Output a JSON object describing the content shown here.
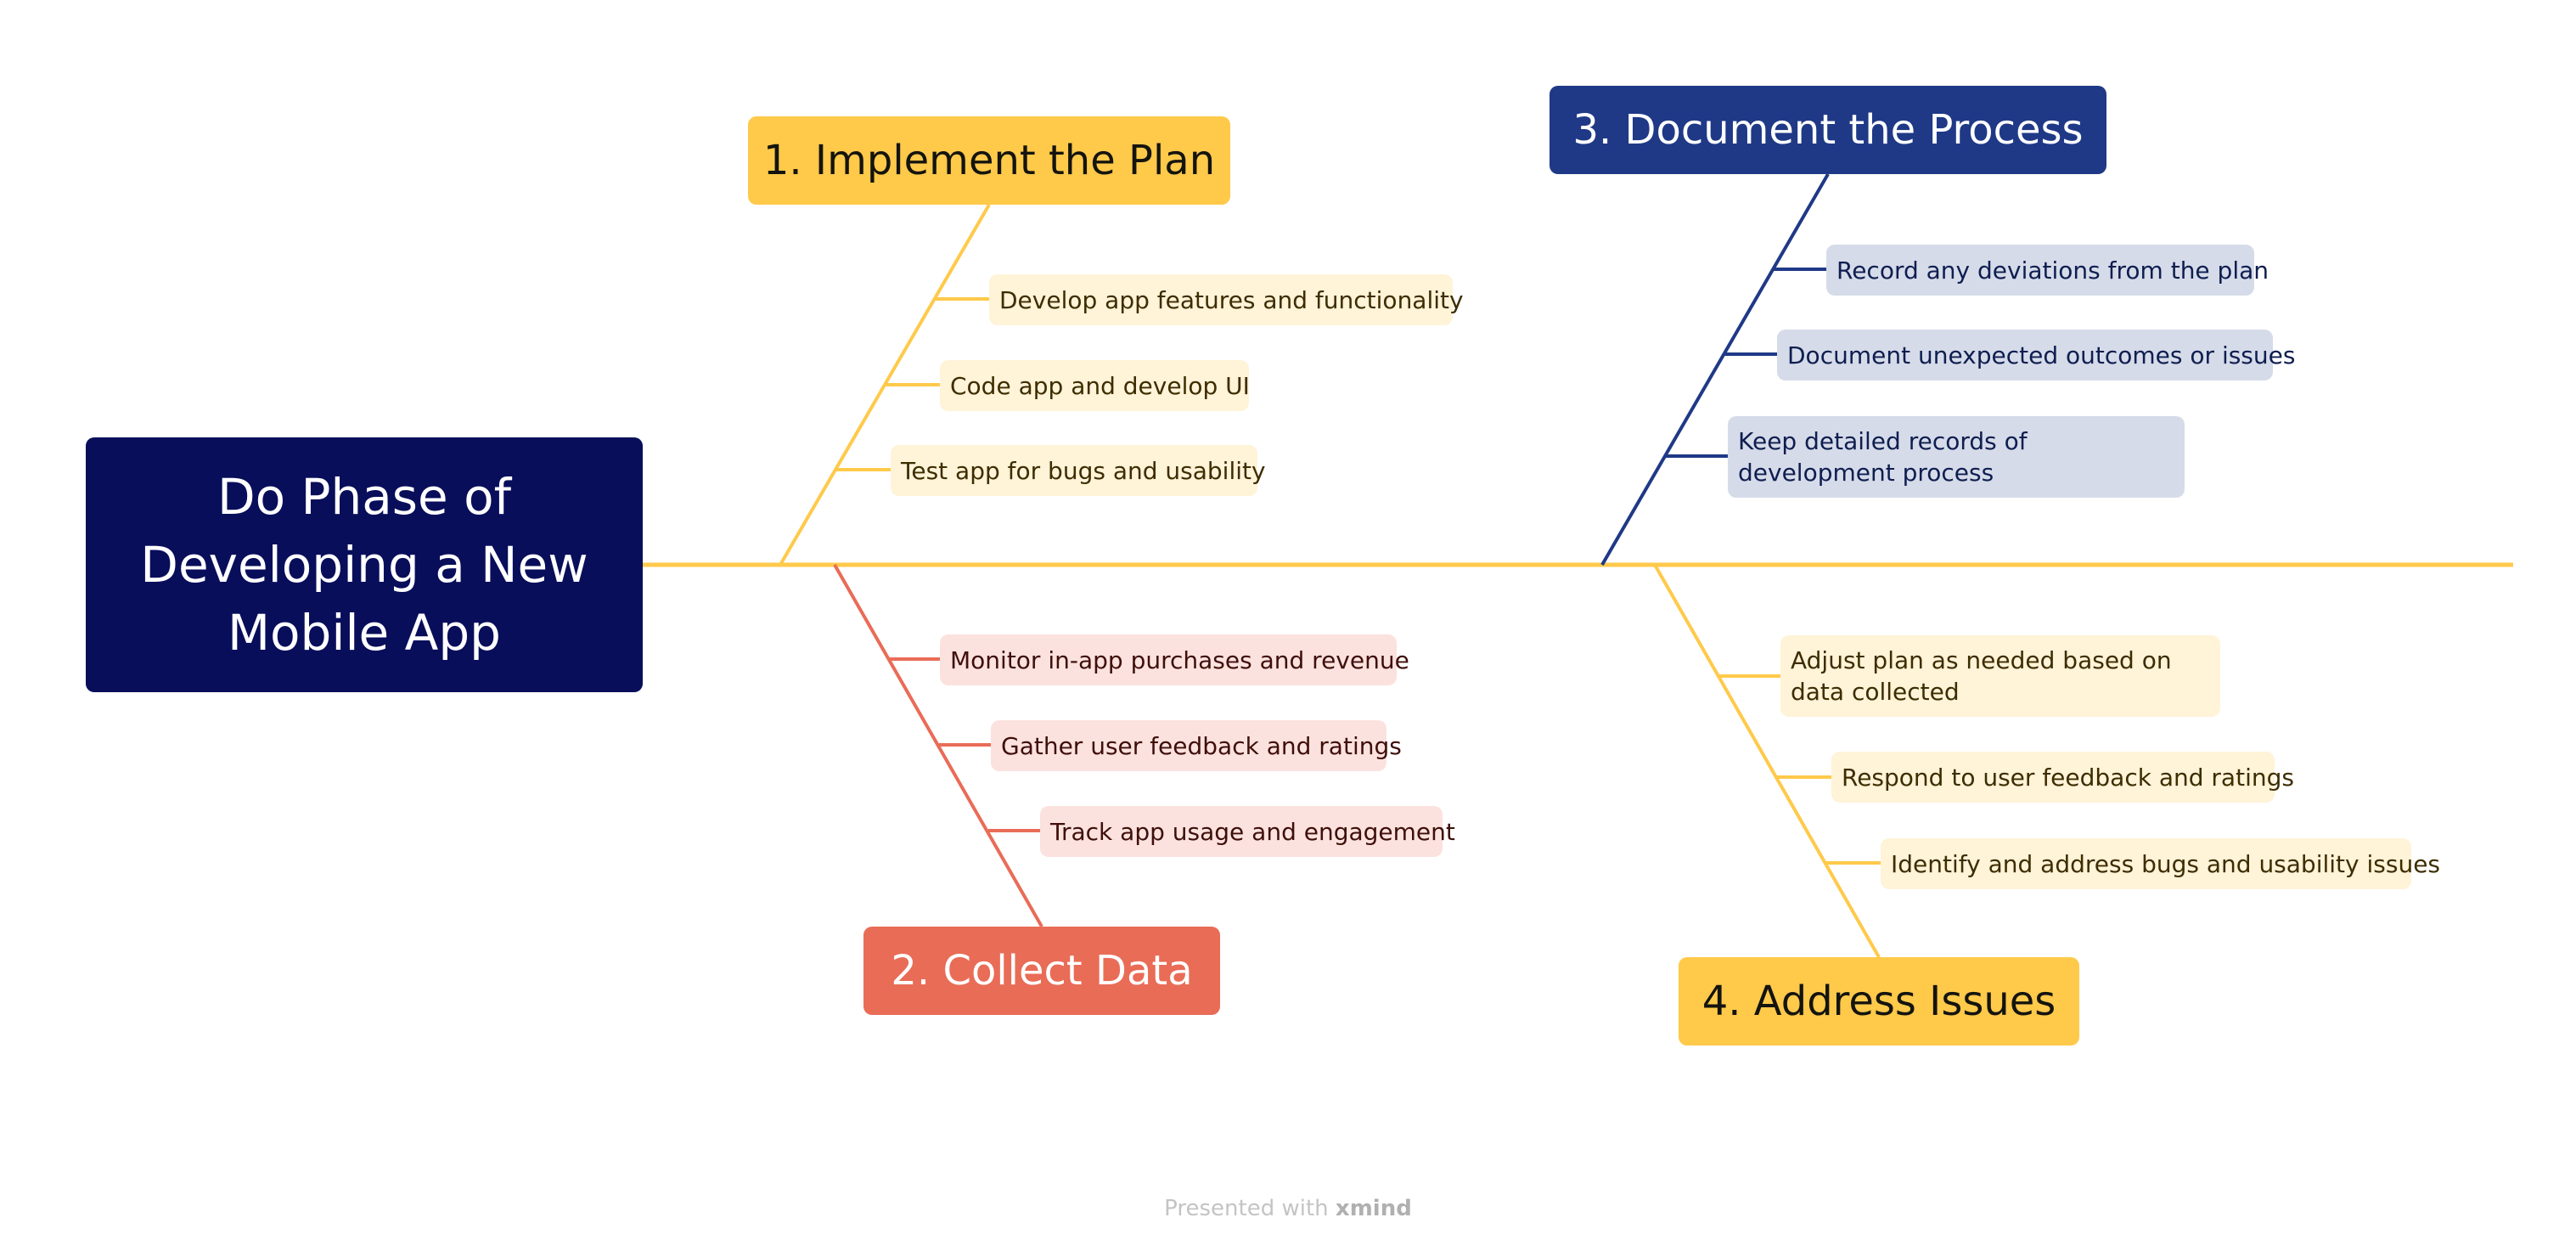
{
  "root": {
    "title": "Do Phase of Developing a New Mobile App"
  },
  "branches": [
    {
      "title": "1. Implement the Plan",
      "items": [
        "Develop app features and functionality",
        "Code app and develop UI",
        "Test app for bugs and usability"
      ]
    },
    {
      "title": "2. Collect Data",
      "items": [
        "Monitor in-app purchases and revenue",
        "Gather user feedback and ratings",
        "Track app usage and engagement"
      ]
    },
    {
      "title": "3. Document the Process",
      "items": [
        "Record any deviations from the plan",
        "Document unexpected outcomes or issues",
        "Keep detailed records of development process"
      ]
    },
    {
      "title": "4. Address Issues",
      "items": [
        "Adjust plan as needed based on data collected",
        "Respond to user feedback and ratings",
        "Identify and address bugs and usability issues"
      ]
    }
  ],
  "footer": {
    "prefix": "Presented with",
    "brand": "xmind"
  },
  "colors": {
    "root": "#080e5a",
    "yellow": "#ffc94a",
    "coral": "#e96c57",
    "navy": "#1f3987"
  }
}
